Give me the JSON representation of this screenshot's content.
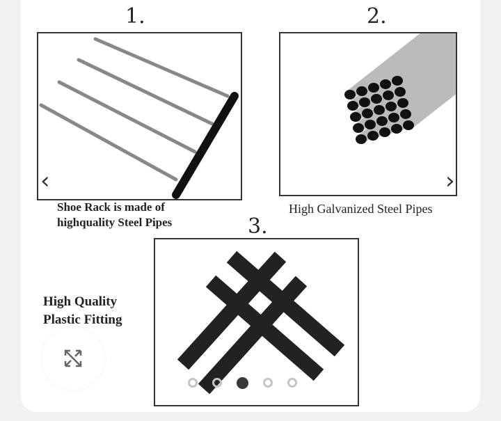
{
  "gallery": {
    "panels": [
      {
        "number": "1.",
        "caption_line1": "Shoe Rack  is  made of",
        "caption_line2": "highquality Steel Pipes"
      },
      {
        "number": "2.",
        "caption": "High Galvanized Steel Pipes"
      },
      {
        "number": "3.",
        "caption_line1": "High Quality",
        "caption_line2": "Plastic Fitting"
      }
    ],
    "prev_icon": "chevron-left-icon",
    "next_icon": "chevron-right-icon",
    "expand_icon": "expand-icon",
    "slide_count": 5,
    "active_slide": 3
  }
}
